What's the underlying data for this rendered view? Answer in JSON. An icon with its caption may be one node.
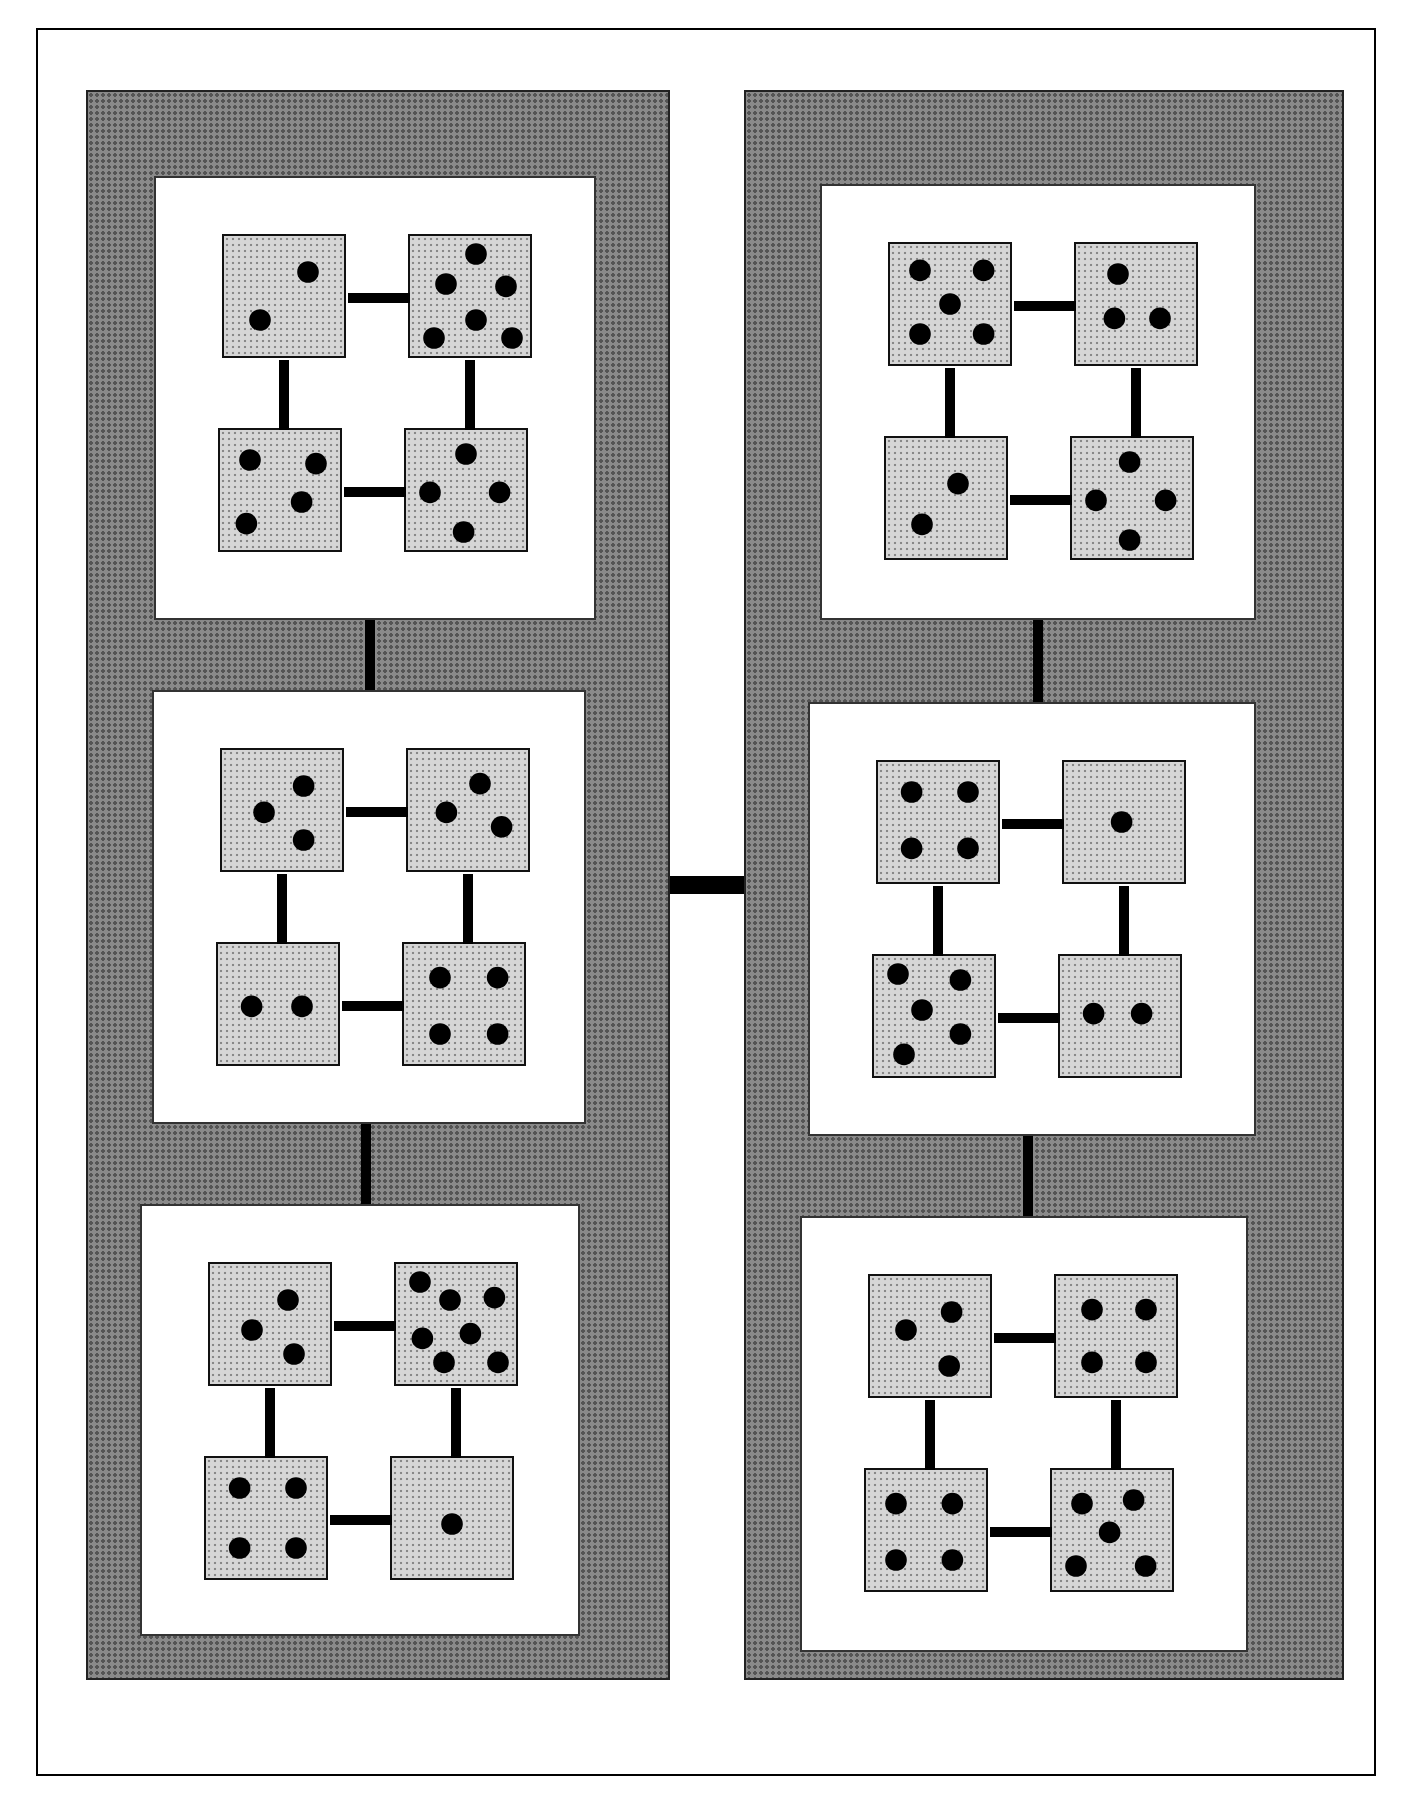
{
  "diagram": {
    "nodes": [
      {
        "text": [],
        "shape": "box"
      },
      {
        "text": [],
        "shape": "box",
        "in": 0
      },
      {
        "text": [],
        "shape": "box",
        "in": 1
      },
      {
        "text": [],
        "shape": "box",
        "in": 1
      },
      {
        "text": [],
        "shape": "box",
        "in": 1
      },
      {
        "text": [],
        "shape": "box",
        "in": 1
      },
      {
        "text": [],
        "shape": "box",
        "in": 0
      },
      {
        "text": [],
        "shape": "box",
        "in": 6
      },
      {
        "text": [],
        "shape": "box",
        "in": 6
      },
      {
        "text": [],
        "shape": "box",
        "in": 6
      },
      {
        "text": [],
        "shape": "box",
        "in": 6
      },
      {
        "text": [],
        "shape": "box",
        "in": 0
      },
      {
        "text": [],
        "shape": "box",
        "in": 11
      },
      {
        "text": [],
        "shape": "box",
        "in": 11
      },
      {
        "text": [],
        "shape": "box",
        "in": 11
      },
      {
        "text": [],
        "shape": "box",
        "in": 11
      },
      {
        "text": [],
        "shape": "box"
      },
      {
        "text": [],
        "shape": "box",
        "in": 16
      },
      {
        "text": [],
        "shape": "box",
        "in": 17
      },
      {
        "text": [],
        "shape": "box",
        "in": 17
      },
      {
        "text": [],
        "shape": "box",
        "in": 17
      },
      {
        "text": [],
        "shape": "box",
        "in": 17
      },
      {
        "text": [],
        "shape": "box",
        "in": 16
      },
      {
        "text": [],
        "shape": "box",
        "in": 22
      },
      {
        "text": [],
        "shape": "box",
        "in": 22
      },
      {
        "text": [],
        "shape": "box",
        "in": 22
      },
      {
        "text": [],
        "shape": "box",
        "in": 22
      },
      {
        "text": [],
        "shape": "box",
        "in": 16
      },
      {
        "text": [],
        "shape": "box",
        "in": 27
      },
      {
        "text": [],
        "shape": "box",
        "in": 27
      },
      {
        "text": [],
        "shape": "box",
        "in": 27
      },
      {
        "text": [],
        "shape": "box",
        "in": 27
      }
    ],
    "edges": [
      {
        "from": 2,
        "to": 3,
        "arrow": "none"
      },
      {
        "from": 2,
        "to": 4,
        "arrow": "none"
      },
      {
        "from": 3,
        "to": 5,
        "arrow": "none"
      },
      {
        "from": 4,
        "to": 5,
        "arrow": "none"
      },
      {
        "from": 1,
        "to": 6,
        "arrow": "none"
      },
      {
        "from": 7,
        "to": 8,
        "arrow": "none"
      },
      {
        "from": 7,
        "to": 9,
        "arrow": "none"
      },
      {
        "from": 8,
        "to": 10,
        "arrow": "none"
      },
      {
        "from": 9,
        "to": 10,
        "arrow": "none"
      },
      {
        "from": 6,
        "to": 11,
        "arrow": "none"
      },
      {
        "from": 12,
        "to": 13,
        "arrow": "none"
      },
      {
        "from": 12,
        "to": 14,
        "arrow": "none"
      },
      {
        "from": 13,
        "to": 15,
        "arrow": "none"
      },
      {
        "from": 14,
        "to": 15,
        "arrow": "none"
      },
      {
        "from": 0,
        "to": 16,
        "arrow": "none",
        "style": "thick"
      },
      {
        "from": 18,
        "to": 19,
        "arrow": "none"
      },
      {
        "from": 18,
        "to": 20,
        "arrow": "none"
      },
      {
        "from": 19,
        "to": 21,
        "arrow": "none"
      },
      {
        "from": 20,
        "to": 21,
        "arrow": "none"
      },
      {
        "from": 17,
        "to": 22,
        "arrow": "none"
      },
      {
        "from": 23,
        "to": 24,
        "arrow": "none"
      },
      {
        "from": 23,
        "to": 25,
        "arrow": "none"
      },
      {
        "from": 24,
        "to": 26,
        "arrow": "none"
      },
      {
        "from": 25,
        "to": 26,
        "arrow": "none"
      },
      {
        "from": 22,
        "to": 27,
        "arrow": "none"
      },
      {
        "from": 28,
        "to": 29,
        "arrow": "none"
      },
      {
        "from": 28,
        "to": 30,
        "arrow": "none"
      },
      {
        "from": 29,
        "to": 31,
        "arrow": "none"
      },
      {
        "from": 30,
        "to": 31,
        "arrow": "none"
      }
    ]
  }
}
